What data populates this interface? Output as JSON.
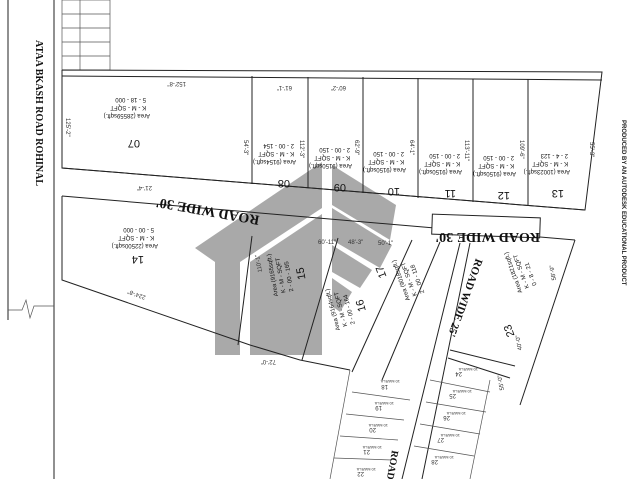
{
  "roads": {
    "main_road": "ATAA BKASH ROAD ROHINAL",
    "road_30_upper": "ROAD WIDE 30'",
    "road_30_lower": "ROAD WIDE 30'",
    "road_25": "ROAD WIDE 25'",
    "road_small": "ROAD W"
  },
  "watermark_side": "PRODUCED BY AN AUTODESK EDUCATIONAL PRODUCT",
  "plots": [
    {
      "no": "07",
      "area": "Area (28559sqft.)",
      "unit": "K - M - SQFT",
      "val": "5 - 18 - 000"
    },
    {
      "no": "08",
      "area": "Area (9154sqft.)",
      "unit": "K - M - SQFT",
      "val": "2 - 00 - 154"
    },
    {
      "no": "09",
      "area": "Area (9150sqft.)",
      "unit": "K - M - SQFT",
      "val": "2 - 00 - 150"
    },
    {
      "no": "10",
      "area": "Area (9150sqft.)",
      "unit": "K - M - SQFT",
      "val": "2 - 00 - 150"
    },
    {
      "no": "11",
      "area": "Area (9150sqft.)",
      "unit": "K - M - SQFT",
      "val": "2 - 00 - 150"
    },
    {
      "no": "12",
      "area": "Area (9150sqft.)",
      "unit": "K - M - SQFT",
      "val": "2 - 00 - 150"
    },
    {
      "no": "13",
      "area": "Area (10023sqft.)",
      "unit": "K - M - SQFT",
      "val": "2 - 4 - 123"
    },
    {
      "no": "14",
      "area": "Area (22500sqft.)",
      "unit": "K - M - SQFT",
      "val": "5 - 00 - 000"
    },
    {
      "no": "15",
      "area": "Area (9165sqft.)",
      "unit": "K - M - SQFT",
      "val": "2 - 00 - 165"
    },
    {
      "no": "16",
      "area": "Area (9164sqft.)",
      "unit": "K - M - SQFT",
      "val": "2 - 00 - 164"
    },
    {
      "no": "17",
      "area": "Area (9018sqft.)",
      "unit": "K - M - SQFT",
      "val": "2 - 00 - 118"
    },
    {
      "no": "23",
      "area": "Area (1821sqft.)",
      "unit": "K - M - SQFT",
      "val": "0 - 8 - 21"
    }
  ],
  "small_plots": [
    "18",
    "19",
    "20",
    "21",
    "22",
    "24",
    "25",
    "26",
    "27",
    "28"
  ],
  "small_plot_tag": "10 MARLA",
  "dimensions": [
    "152'-8\"",
    "125'-2\"",
    "61'-1\"",
    "60'-2\"",
    "60'-11\"",
    "48'-3\"",
    "50'-1\"",
    "54'-3\"",
    "112'-3\"",
    "62'-9\"",
    "64'-1\"",
    "113'-11\"",
    "109'-6\"",
    "110'-1\"",
    "72'-0\"",
    "21'-4\"",
    "224'-8\"",
    "55'-3\"",
    "58'-9\"",
    "40'-0\"",
    "55'-0\""
  ]
}
